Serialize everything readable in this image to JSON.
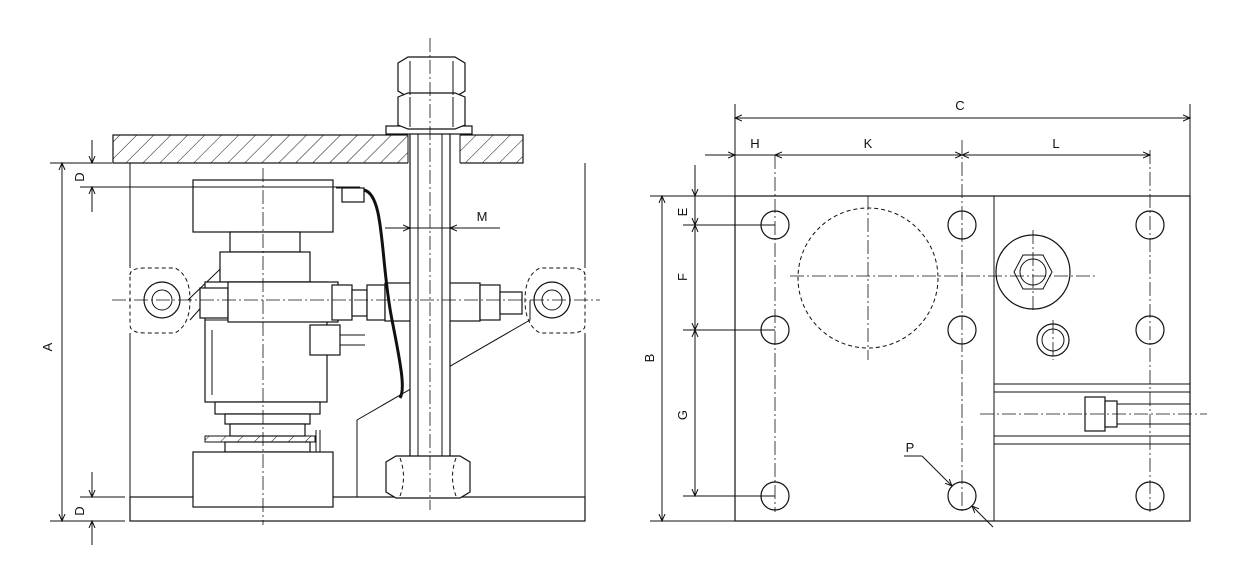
{
  "dimensions": {
    "A": "A",
    "B": "B",
    "C": "C",
    "D_top": "D",
    "D_bottom": "D",
    "E": "E",
    "F": "F",
    "G": "G",
    "H": "H",
    "K": "K",
    "L": "L",
    "M": "M",
    "P": "P"
  }
}
